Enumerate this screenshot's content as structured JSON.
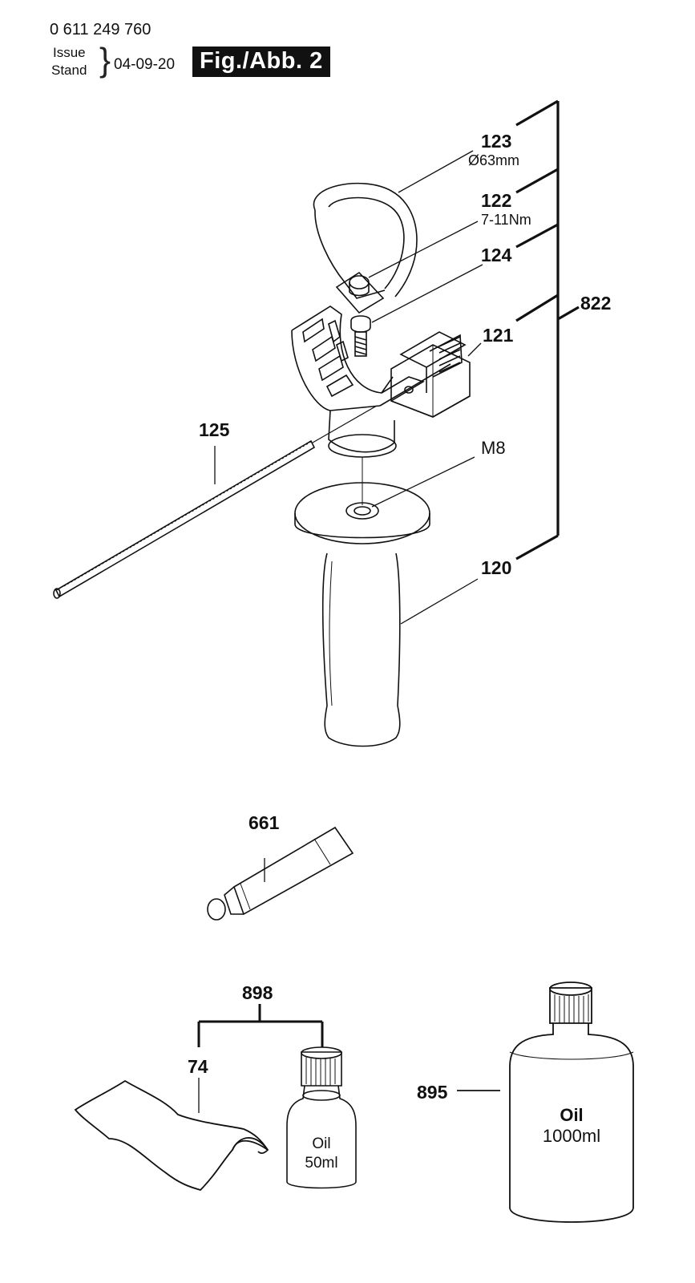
{
  "header": {
    "part_number": "0 611 249 760",
    "issue_label": "Issue",
    "stand_label": "Stand",
    "issue_date": "04-09-20",
    "figure_label": "Fig./Abb. 2"
  },
  "callouts": {
    "c123": "123",
    "c123_sub": "Ø63mm",
    "c122": "122",
    "c122_sub": "7-11Nm",
    "c124": "124",
    "c822": "822",
    "c121": "121",
    "c125": "125",
    "cm8": "M8",
    "c120": "120",
    "c661": "661",
    "c898": "898",
    "c74": "74",
    "c895": "895"
  },
  "bottles": {
    "small_line1": "Oil",
    "small_line2": "50ml",
    "large_line1": "Oil",
    "large_line2": "1000ml"
  }
}
